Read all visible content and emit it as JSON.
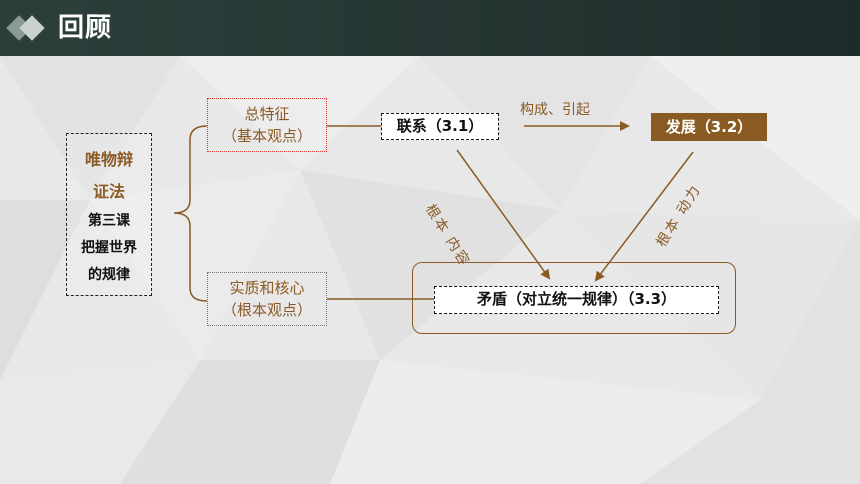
{
  "header": {
    "title": "回顾"
  },
  "colors": {
    "header_bg": "#243532",
    "accent_brown": "#8b5a25",
    "box_fill": "#8a5a23"
  },
  "diagram": {
    "root": {
      "lines": [
        "唯物辩",
        "证法",
        "第三课",
        "把握世界",
        "的规律"
      ]
    },
    "branch_top": {
      "line1": "总特征",
      "line2": "（基本观点）"
    },
    "branch_bottom": {
      "line1": "实质和核心",
      "line2": "（根本观点）"
    },
    "node_lianxi": "联系（3.1）",
    "node_fazhan": "发展（3.2）",
    "node_maodun": "矛盾（对立统一规律）（3.3）",
    "edge_lianxi_fazhan": "构成、引起",
    "edge_lianxi_maodun": "根本  内容",
    "edge_fazhan_maodun": "根本  动力"
  }
}
